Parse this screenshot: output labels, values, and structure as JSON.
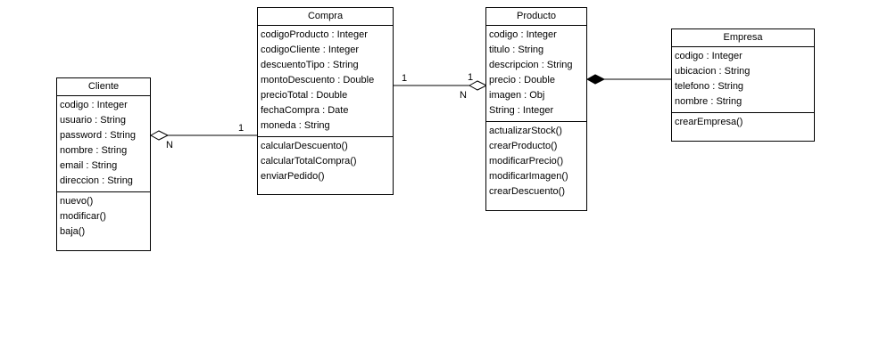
{
  "classes": {
    "cliente": {
      "name": "Cliente",
      "attributes": [
        "codigo : Integer",
        "usuario : String",
        "password : String",
        "nombre : String",
        "email : String",
        "direccion : String"
      ],
      "operations": [
        "nuevo()",
        "modificar()",
        "baja()"
      ]
    },
    "compra": {
      "name": "Compra",
      "attributes": [
        "codigoProducto : Integer",
        "codigoCliente : Integer",
        "descuentoTipo : String",
        "montoDescuento : Double",
        "precioTotal : Double",
        "fechaCompra : Date",
        "moneda : String"
      ],
      "operations": [
        "calcularDescuento()",
        "calcularTotalCompra()",
        "enviarPedido()"
      ]
    },
    "producto": {
      "name": "Producto",
      "attributes": [
        "codigo : Integer",
        "titulo : String",
        "descripcion : String",
        "precio : Double",
        "imagen : Obj",
        "String : Integer"
      ],
      "operations": [
        "actualizarStock()",
        "crearProducto()",
        "modificarPrecio()",
        "modificarImagen()",
        "crearDescuento()"
      ]
    },
    "empresa": {
      "name": "Empresa",
      "attributes": [
        "codigo : Integer",
        "ubicacion : String",
        "telefono : String",
        "nombre : String"
      ],
      "operations": [
        "crearEmpresa()"
      ]
    }
  },
  "associations": {
    "cliente_compra": {
      "type": "aggregation",
      "end_cliente": "N",
      "end_compra": "1"
    },
    "compra_producto": {
      "type": "aggregation",
      "end_compra": "1",
      "end_producto_one": "1",
      "end_producto_many": "N"
    },
    "producto_empresa": {
      "type": "composition"
    }
  }
}
